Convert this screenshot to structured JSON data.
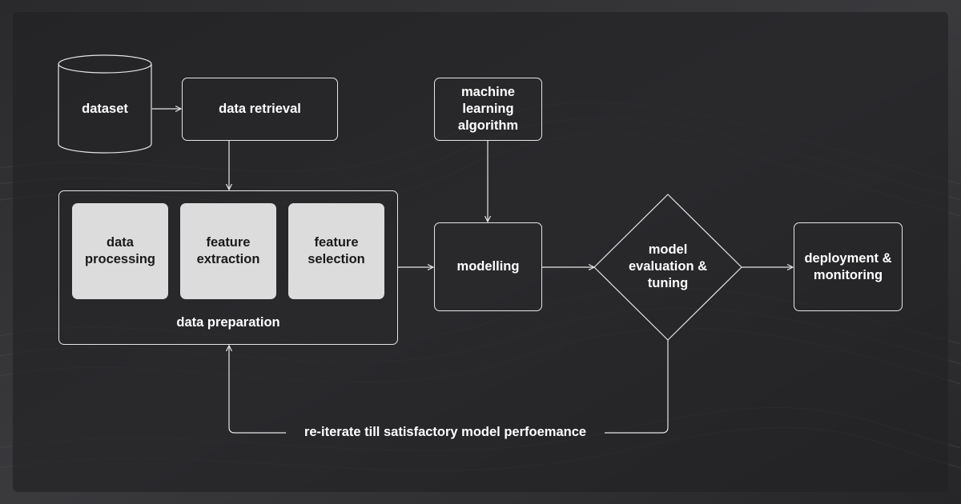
{
  "nodes": {
    "dataset": "dataset",
    "data_retrieval": "data retrieval",
    "ml_algorithm": "machine\nlearning\nalgorithm",
    "data_processing": "data\nprocessing",
    "feature_extraction": "feature\nextraction",
    "feature_selection": "feature\nselection",
    "data_preparation": "data preparation",
    "modelling": "modelling",
    "model_evaluation": "model\nevaluation &\ntuning",
    "deployment": "deployment &\nmonitoring"
  },
  "loop_label": "re-iterate till satisfactory model perfoemance",
  "colors": {
    "background": "#2b2b2d",
    "line": "#e6e6e6",
    "chip": "#dcdcdc"
  }
}
